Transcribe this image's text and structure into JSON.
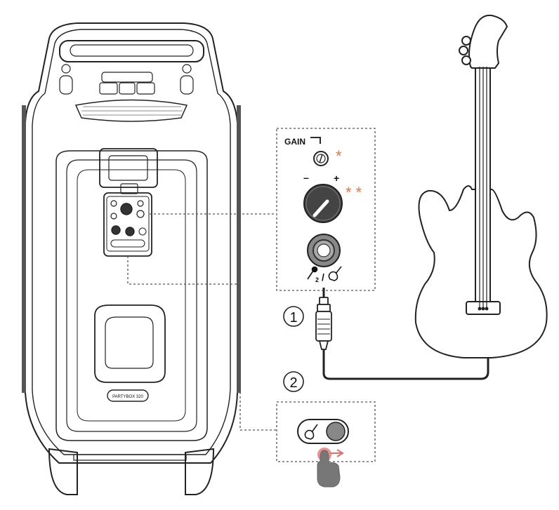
{
  "panel": {
    "gain_label": "GAIN",
    "minus_label": "–",
    "plus_label": "+",
    "asterisk_single": "*",
    "asterisk_double": "* *",
    "jack_label": "/"
  },
  "steps": {
    "step1": "1",
    "step2": "2"
  },
  "speaker": {
    "badge": "PARTYBOX 320"
  },
  "colors": {
    "line": "#222222",
    "accent": "#e8734a",
    "hand": "#777777",
    "press_dot": "#e86b6b",
    "knob_dark": "#444444"
  }
}
